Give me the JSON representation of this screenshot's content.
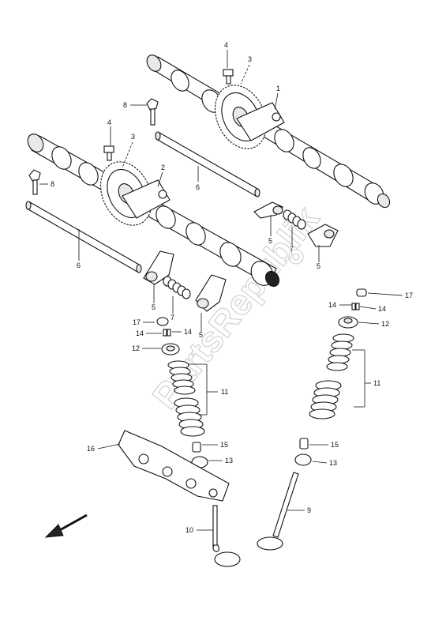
{
  "watermark": "PartsRepublik",
  "callouts": {
    "c1": "1",
    "c2": "2",
    "c3a": "3",
    "c3b": "3",
    "c4a": "4",
    "c4b": "4",
    "c5a": "5",
    "c5b": "5",
    "c5c": "5",
    "c5d": "5",
    "c6a": "6",
    "c6b": "6",
    "c7a": "7",
    "c7b": "7",
    "c8a": "8",
    "c8b": "8",
    "c9": "9",
    "c10": "10",
    "c11a": "11",
    "c11b": "11",
    "c12a": "12",
    "c12b": "12",
    "c13a": "13",
    "c13b": "13",
    "c14a": "14",
    "c14b": "14",
    "c14c": "14",
    "c14d": "14",
    "c15a": "15",
    "c15b": "15",
    "c16": "16",
    "c17a": "17",
    "c17b": "17"
  }
}
